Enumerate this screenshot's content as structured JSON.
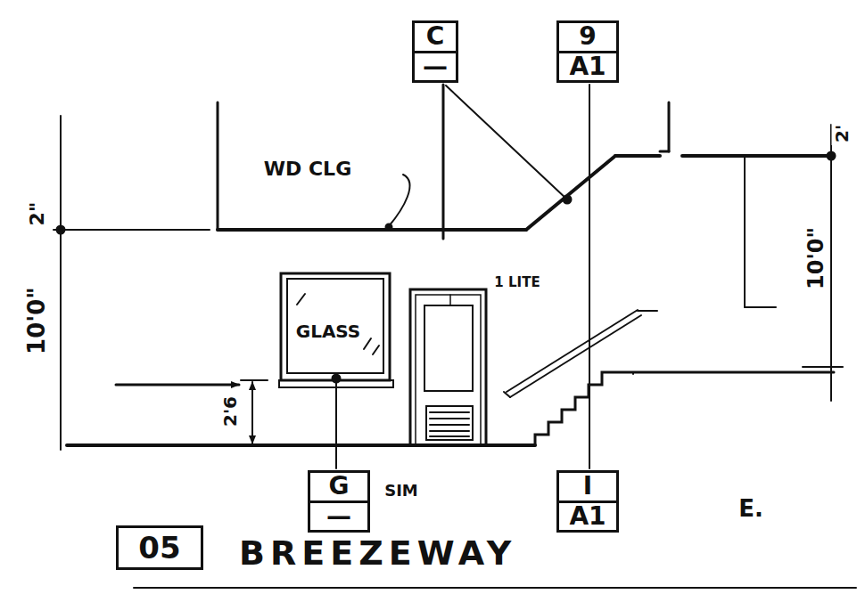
{
  "diagram": {
    "title": "BREEZEWAY",
    "nodes": [
      {
        "text": [
          "C",
          "—"
        ]
      },
      {
        "text": [
          "9",
          "A1"
        ]
      },
      {
        "text": [
          "G",
          "—"
        ]
      },
      {
        "text": [
          "I",
          "A1"
        ]
      },
      {
        "text": [
          "05"
        ]
      }
    ],
    "labels": [
      "WD CLG",
      "2\"",
      "10'0\"",
      "2'",
      "10'0\"",
      "GLASS",
      "1 LITE",
      "2'6",
      "SIM",
      "E."
    ]
  }
}
